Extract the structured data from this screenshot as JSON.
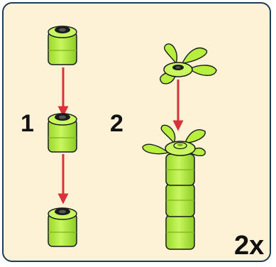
{
  "steps": [
    {
      "number": "1"
    },
    {
      "number": "2"
    }
  ],
  "multiplier": "2x",
  "colors": {
    "panel_background": "#fdf1d6",
    "panel_border": "#1f3b57",
    "brick_lime": "#b6f03c",
    "brick_dark": "#7fb21c",
    "arrow_red": "#d8313a",
    "outline": "#1b1b1b"
  },
  "icons": [
    "round-brick-icon",
    "plant-leaves-icon",
    "arrow-down-icon"
  ]
}
